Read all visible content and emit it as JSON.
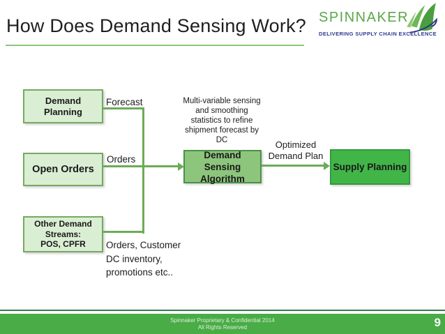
{
  "slide": {
    "title": "How Does Demand Sensing Work?",
    "page_number": "9",
    "footer": {
      "line1": "Spinnaker Proprietary & Confidential 2014",
      "line2": "All Rights Reserved"
    },
    "logo": {
      "brand": "SPINNAKER",
      "tagline": "DELIVERING SUPPLY CHAIN EXCELLENCE",
      "icon": "spinnaker-sail-icon"
    }
  },
  "diagram": {
    "boxes": {
      "demand_planning": {
        "line1": "Demand",
        "line2": "Planning"
      },
      "open_orders": {
        "label": "Open Orders"
      },
      "other_demand": {
        "line1": "Other Demand",
        "line2": "Streams:",
        "line3": "POS, CPFR"
      },
      "demand_sensing": {
        "line1": "Demand Sensing",
        "line2": "Algorithm"
      },
      "supply_planning": {
        "label": "Supply Planning"
      }
    },
    "labels": {
      "forecast": "Forecast",
      "orders": "Orders",
      "optimized": {
        "line1": "Optimized",
        "line2": "Demand Plan"
      },
      "multivar": {
        "lines": [
          "Multi-variable sensing",
          "and smoothing",
          "statistics to refine",
          "shipment forecast by",
          "DC"
        ]
      },
      "streams_note": {
        "lines": [
          "Orders, Customer",
          "DC inventory,",
          "promotions etc.."
        ]
      }
    }
  },
  "colors": {
    "box_light_fill": "#daeed3",
    "box_light_border": "#74aa60",
    "box_mid_fill": "#8dc57d",
    "box_mid_border": "#4a9147",
    "box_bright_fill": "#42b549",
    "box_bright_border": "#339a3c",
    "connector_green": "#6cab58",
    "title_underline": "#8cc878",
    "brand_green": "#5aa748",
    "tagline_blue": "#2b3a92",
    "footer_bar": "#49ac46",
    "footer_rule": "#3a7a52"
  }
}
